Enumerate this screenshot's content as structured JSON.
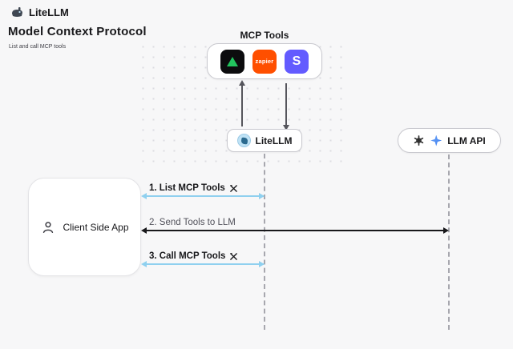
{
  "header": {
    "brand": "LiteLLM",
    "title": "Model Context Protocol",
    "subtitle": "List and call MCP tools"
  },
  "mcp": {
    "label": "MCP Tools",
    "tools": [
      {
        "name": "green-triangle-tool",
        "color": "#22c55e",
        "bg": "#0c0c0e"
      },
      {
        "name": "zapier",
        "label": "zapier",
        "bg": "#ff4f00"
      },
      {
        "name": "stripe",
        "label": "S",
        "bg": "#635bff"
      }
    ]
  },
  "nodes": {
    "litellm": "LiteLLM",
    "llm_api": "LLM API",
    "client": "Client Side App"
  },
  "messages": [
    {
      "label": "1. List MCP Tools",
      "has_tool_icon": true,
      "color": "#8fd0ef"
    },
    {
      "label": "2. Send Tools to LLM",
      "has_tool_icon": false,
      "color": "#18181b"
    },
    {
      "label": "3. Call MCP Tools",
      "has_tool_icon": true,
      "color": "#8fd0ef"
    }
  ],
  "colors": {
    "background": "#f7f7f8",
    "accent_blue_line": "#8fd0ef",
    "black_line": "#18181b",
    "zapier_orange": "#ff4f00",
    "stripe_purple": "#635bff",
    "triangle_green": "#22c55e"
  }
}
